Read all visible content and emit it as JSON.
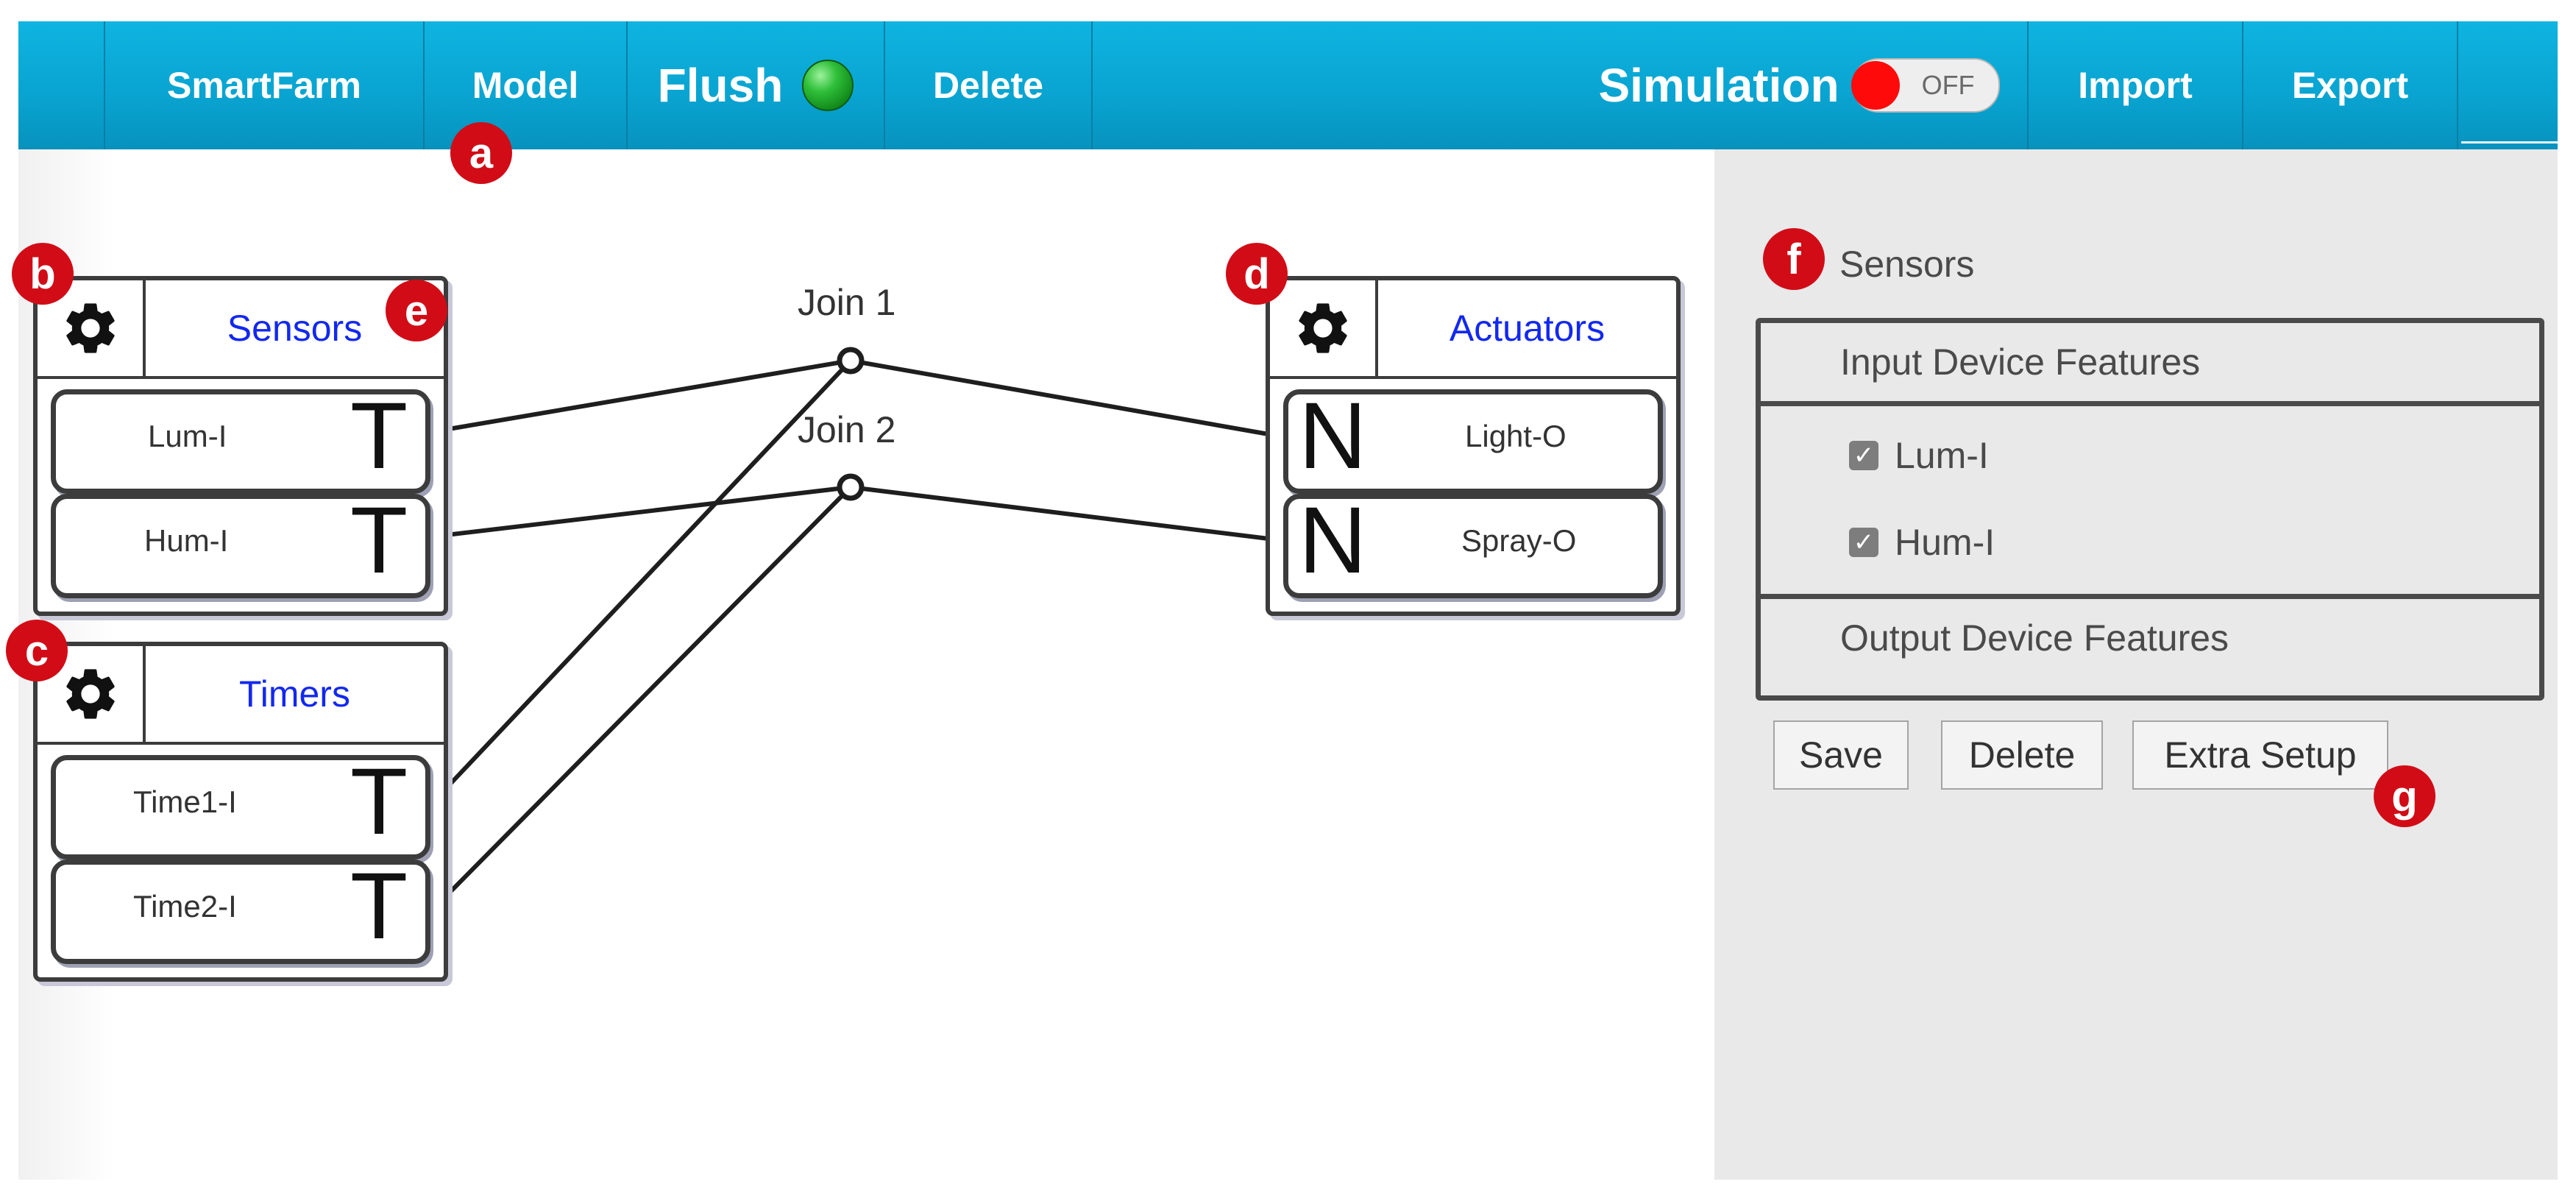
{
  "toolbar": {
    "smartfarm": "SmartFarm",
    "model": "Model",
    "flush": "Flush",
    "delete": "Delete",
    "simulation": "Simulation",
    "toggle_off": "OFF",
    "import": "Import",
    "export": "Export"
  },
  "groups": {
    "sensors": {
      "title": "Sensors",
      "items": [
        {
          "label": "Lum-I",
          "letter": "T"
        },
        {
          "label": "Hum-I",
          "letter": "T"
        }
      ]
    },
    "timers": {
      "title": "Timers",
      "items": [
        {
          "label": "Time1-I",
          "letter": "T"
        },
        {
          "label": "Time2-I",
          "letter": "T"
        }
      ]
    },
    "actuators": {
      "title": "Actuators",
      "items": [
        {
          "label": "Light-O",
          "letter": "N"
        },
        {
          "label": "Spray-O",
          "letter": "N"
        }
      ]
    }
  },
  "joins": [
    {
      "label": "Join 1"
    },
    {
      "label": "Join 2"
    }
  ],
  "markers": {
    "a": "a",
    "b": "b",
    "c": "c",
    "d": "d",
    "e": "e",
    "f": "f",
    "g": "g"
  },
  "panel": {
    "title": "Sensors",
    "input_section": "Input Device Features",
    "input_items": [
      {
        "label": "Lum-I",
        "checked": true
      },
      {
        "label": "Hum-I",
        "checked": true
      }
    ],
    "output_section": "Output Device Features",
    "save_label": "Save",
    "delete_label": "Delete",
    "extra_label": "Extra Setup",
    "check_glyph": "✓"
  },
  "colors": {
    "toolbar": "#09a3d0",
    "title_blue": "#1228f0",
    "marker_red": "#d10c17",
    "led_green": "#2fbf3a",
    "toggle_red": "#ff0a0a",
    "panel_bg": "#e9e9e9"
  }
}
